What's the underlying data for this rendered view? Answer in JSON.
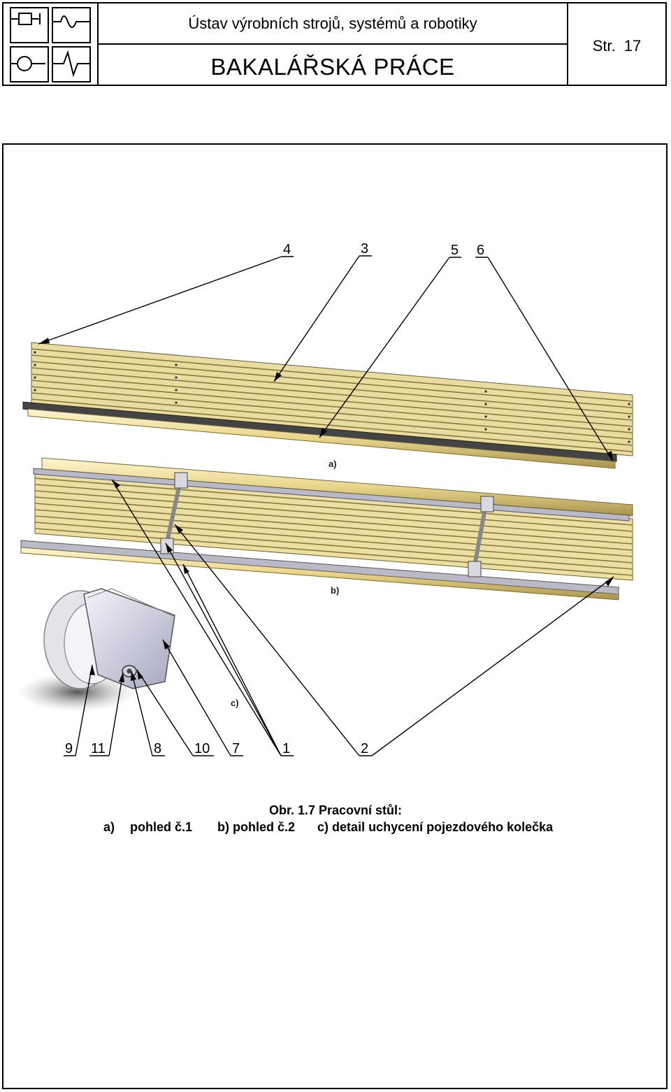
{
  "header": {
    "institute": "Ústav výrobních strojů, systémů a robotiky",
    "thesis_type": "BAKALÁŘSKÁ PRÁCE",
    "page_prefix": "Str.",
    "page_number": "17"
  },
  "figure": {
    "view_labels": [
      "a)",
      "b)",
      "c)"
    ],
    "callouts_top": [
      "4",
      "3",
      "5",
      "6"
    ],
    "callouts_bottom": [
      "9",
      "11",
      "8",
      "10",
      "7",
      "1",
      "2"
    ]
  },
  "caption": {
    "title": "Obr. 1.7 Pracovní stůl:",
    "item_a_marker": "a)",
    "item_a_text": "pohled č.1",
    "item_b": "b) pohled č.2",
    "item_c": "c) detail uchycení pojezdového kolečka"
  }
}
